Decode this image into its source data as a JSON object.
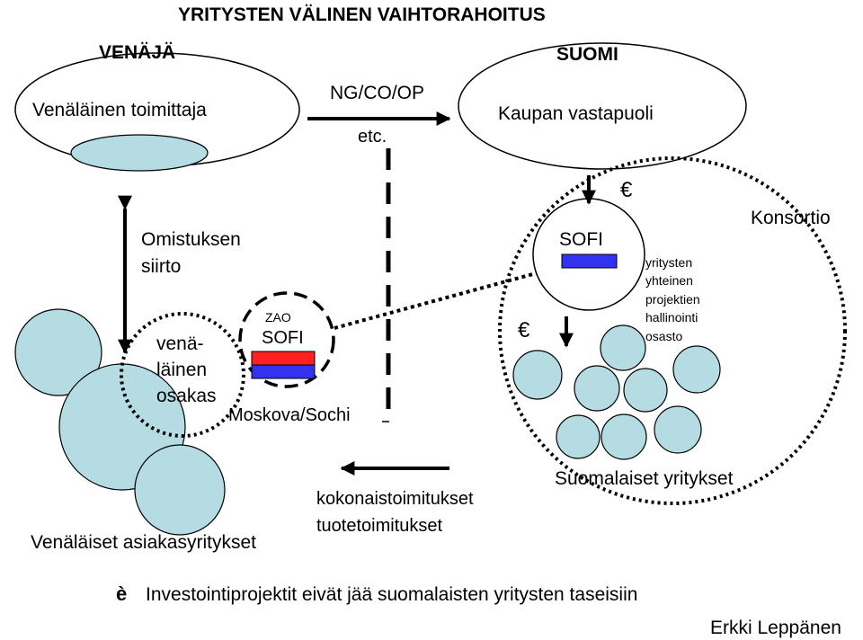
{
  "title": "YRITYSTEN VÄLINEN VAIHTORAHOITUS",
  "labels": {
    "russia": "VENÄJÄ",
    "finland": "SUOMI",
    "russian_supplier": "Venäläinen toimittaja",
    "counterparty": "Kaupan vastapuoli",
    "ng_co_op": "NG/CO/OP",
    "etc": "etc.",
    "ownership_transfer_1": "Omistuksen",
    "ownership_transfer_2": "siirto",
    "russian_owner_1": "venä-",
    "russian_owner_2": "läinen",
    "russian_owner_3": "osakas",
    "zao": "ZAO",
    "sofi_ru": "SOFI",
    "moscow_sochi": "Moskova/Sochi",
    "sofi_fi": "SOFI",
    "euro_top": "€",
    "euro_left": "€",
    "konsortio": "Konsortio",
    "mgmt_1": "yritysten",
    "mgmt_2": "yhteinen",
    "mgmt_3": "projektien",
    "mgmt_4": "hallinointi",
    "mgmt_5": "osasto",
    "finnish_companies": "Suomalaiset yritykset",
    "deliveries_1": "kokonaistoimitukset",
    "deliveries_2": "tuotetoimitukset",
    "russian_customers": "Venäläiset asiakasyritykset",
    "conclusion_arrow": "è",
    "conclusion": "Investointiprojektit eivät jää suomalaisten yritysten taseisiin",
    "author": "Erkki Leppänen"
  },
  "colors": {
    "light_blue": "#b4dce2",
    "red": "#ff2020",
    "blue": "#3333ee",
    "line": "#000000"
  }
}
